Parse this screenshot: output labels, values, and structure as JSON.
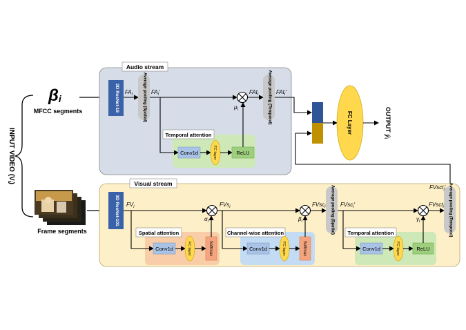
{
  "input": {
    "label": "INPUT VIDEO (V",
    "label_sub": "i",
    "label_close": ")"
  },
  "audio_input": {
    "symbol": "β",
    "symbol_sub": "i",
    "caption": "MFCC segments"
  },
  "frame_input": {
    "caption": "Frame segments"
  },
  "audio_stream": {
    "title": "Audio stream",
    "resnet": "2D ResNet-18",
    "avg_pool_spatial": "Average pooling (Spatial)",
    "avg_pool_temporal": "Average pooling (Temporal)",
    "fa": "FA",
    "fa_prime": "FA",
    "mu": "μ",
    "fat": "FAt",
    "fat_prime": "FAt",
    "temporal_attention": {
      "title": "Temporal attention",
      "conv": "Conv1d",
      "fc": "FC layer",
      "act": "ReLU"
    }
  },
  "visual_stream": {
    "title": "Visual stream",
    "resnet": "3D ResNet-101",
    "fv": "FV",
    "alpha": "α",
    "fvs": "FVs",
    "beta": "β",
    "fvsc": "FVsc",
    "fvsc_prime": "FVsc",
    "gamma": "γ",
    "fvsct": "FVsct",
    "fvsct_top": "FVsct",
    "avg_pool_spatial": "Average pooling (Spatial)",
    "avg_pool_temporal": "Average pooling (Temporal)",
    "spatial_attention": {
      "title": "Spatial attention",
      "conv": "Conv1d",
      "fc": "FC layer",
      "act": "Softmax"
    },
    "channel_attention": {
      "title": "Channel-wise attention",
      "conv": "Conv1d",
      "fc": "FC layer",
      "act": "Softmax"
    },
    "temporal_attention": {
      "title": "Temporal attention",
      "conv": "Conv1d",
      "fc": "FC layer",
      "act": "ReLU"
    }
  },
  "fusion": {
    "fc": "FC Layer",
    "output": "OUTPUT",
    "output_symbol": "ŷ",
    "output_sub": "i"
  },
  "colors": {
    "audio_bg": "#d6dde8",
    "visual_bg": "#fdf0c8",
    "resnet": "#3a62a8",
    "pool": "#c8c8c8",
    "conv": "#a9c3e6",
    "fc": "#ffd84d",
    "relu": "#9fcf7e",
    "softmax": "#f4a57f",
    "green_panel": "#cfe8b8",
    "orange_panel": "#f8cda8",
    "blue_panel": "#c3dcf3",
    "concat_top": "#2f5597",
    "concat_bottom": "#bf9000"
  }
}
